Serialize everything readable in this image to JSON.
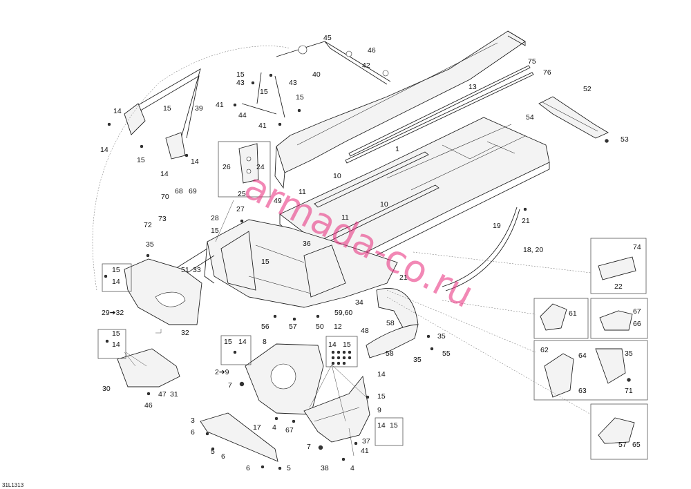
{
  "diagram": {
    "watermark": "armada-co.ru",
    "figure_code": "31L1313",
    "callouts": [
      {
        "id": "45",
        "text": "45"
      },
      {
        "id": "46",
        "text": "46"
      },
      {
        "id": "42",
        "text": "42"
      },
      {
        "id": "40",
        "text": "40"
      },
      {
        "id": "15a",
        "text": "15"
      },
      {
        "id": "43a",
        "text": "43"
      },
      {
        "id": "15b",
        "text": "15"
      },
      {
        "id": "43b",
        "text": "43"
      },
      {
        "id": "41a",
        "text": "41"
      },
      {
        "id": "15c",
        "text": "15"
      },
      {
        "id": "44",
        "text": "44"
      },
      {
        "id": "41b",
        "text": "41"
      },
      {
        "id": "75",
        "text": "75"
      },
      {
        "id": "76",
        "text": "76"
      },
      {
        "id": "13",
        "text": "13"
      },
      {
        "id": "52",
        "text": "52"
      },
      {
        "id": "54",
        "text": "54"
      },
      {
        "id": "53",
        "text": "53"
      },
      {
        "id": "1",
        "text": "1"
      },
      {
        "id": "14a",
        "text": "14"
      },
      {
        "id": "15d",
        "text": "15"
      },
      {
        "id": "39",
        "text": "39"
      },
      {
        "id": "14b",
        "text": "14"
      },
      {
        "id": "15e",
        "text": "15"
      },
      {
        "id": "14c",
        "text": "14"
      },
      {
        "id": "14d",
        "text": "14"
      },
      {
        "id": "26",
        "text": "26"
      },
      {
        "id": "24",
        "text": "24"
      },
      {
        "id": "25",
        "text": "25"
      },
      {
        "id": "10a",
        "text": "10"
      },
      {
        "id": "11a",
        "text": "11"
      },
      {
        "id": "10b",
        "text": "10"
      },
      {
        "id": "11b",
        "text": "11"
      },
      {
        "id": "70",
        "text": "70"
      },
      {
        "id": "68",
        "text": "68"
      },
      {
        "id": "69",
        "text": "69"
      },
      {
        "id": "27",
        "text": "27"
      },
      {
        "id": "49",
        "text": "49"
      },
      {
        "id": "73",
        "text": "73"
      },
      {
        "id": "28",
        "text": "28"
      },
      {
        "id": "72",
        "text": "72"
      },
      {
        "id": "15f",
        "text": "15"
      },
      {
        "id": "35a",
        "text": "35"
      },
      {
        "id": "36",
        "text": "36"
      },
      {
        "id": "19",
        "text": "19"
      },
      {
        "id": "21a",
        "text": "21"
      },
      {
        "id": "1820",
        "text": "18, 20"
      },
      {
        "id": "74",
        "text": "74"
      },
      {
        "id": "22",
        "text": "22"
      },
      {
        "id": "15g",
        "text": "15"
      },
      {
        "id": "14e",
        "text": "14"
      },
      {
        "id": "51",
        "text": "51"
      },
      {
        "id": "33",
        "text": "33"
      },
      {
        "id": "15h",
        "text": "15"
      },
      {
        "id": "21b",
        "text": "21"
      },
      {
        "id": "29",
        "text": "29➔32"
      },
      {
        "id": "32",
        "text": "32"
      },
      {
        "id": "34",
        "text": "34"
      },
      {
        "id": "5960",
        "text": "59,60"
      },
      {
        "id": "56",
        "text": "56"
      },
      {
        "id": "57a",
        "text": "57"
      },
      {
        "id": "50",
        "text": "50"
      },
      {
        "id": "12",
        "text": "12"
      },
      {
        "id": "58a",
        "text": "58"
      },
      {
        "id": "61",
        "text": "61"
      },
      {
        "id": "67a",
        "text": "67"
      },
      {
        "id": "66",
        "text": "66"
      },
      {
        "id": "15i",
        "text": "15"
      },
      {
        "id": "14f",
        "text": "14"
      },
      {
        "id": "15j",
        "text": "15"
      },
      {
        "id": "14g",
        "text": "14"
      },
      {
        "id": "8",
        "text": "8"
      },
      {
        "id": "14h",
        "text": "14"
      },
      {
        "id": "15k",
        "text": "15"
      },
      {
        "id": "35b",
        "text": "35"
      },
      {
        "id": "48",
        "text": "48"
      },
      {
        "id": "58b",
        "text": "58"
      },
      {
        "id": "35c",
        "text": "35"
      },
      {
        "id": "55",
        "text": "55"
      },
      {
        "id": "62",
        "text": "62"
      },
      {
        "id": "64",
        "text": "64"
      },
      {
        "id": "35d",
        "text": "35"
      },
      {
        "id": "63",
        "text": "63"
      },
      {
        "id": "71",
        "text": "71"
      },
      {
        "id": "29b",
        "text": "2➔9"
      },
      {
        "id": "30",
        "text": "30"
      },
      {
        "id": "47",
        "text": "47"
      },
      {
        "id": "31",
        "text": "31"
      },
      {
        "id": "46b",
        "text": "46"
      },
      {
        "id": "7a",
        "text": "7"
      },
      {
        "id": "14i",
        "text": "14"
      },
      {
        "id": "15l",
        "text": "15"
      },
      {
        "id": "9",
        "text": "9"
      },
      {
        "id": "3",
        "text": "3"
      },
      {
        "id": "17",
        "text": "17"
      },
      {
        "id": "6a",
        "text": "6"
      },
      {
        "id": "4a",
        "text": "4"
      },
      {
        "id": "67b",
        "text": "67"
      },
      {
        "id": "14j",
        "text": "14"
      },
      {
        "id": "15m",
        "text": "15"
      },
      {
        "id": "5a",
        "text": "5"
      },
      {
        "id": "6b",
        "text": "6"
      },
      {
        "id": "37",
        "text": "37"
      },
      {
        "id": "7b",
        "text": "7"
      },
      {
        "id": "41c",
        "text": "41"
      },
      {
        "id": "57b",
        "text": "57"
      },
      {
        "id": "65",
        "text": "65"
      },
      {
        "id": "6c",
        "text": "6"
      },
      {
        "id": "5b",
        "text": "5"
      },
      {
        "id": "38",
        "text": "38"
      },
      {
        "id": "4b",
        "text": "4"
      }
    ]
  }
}
